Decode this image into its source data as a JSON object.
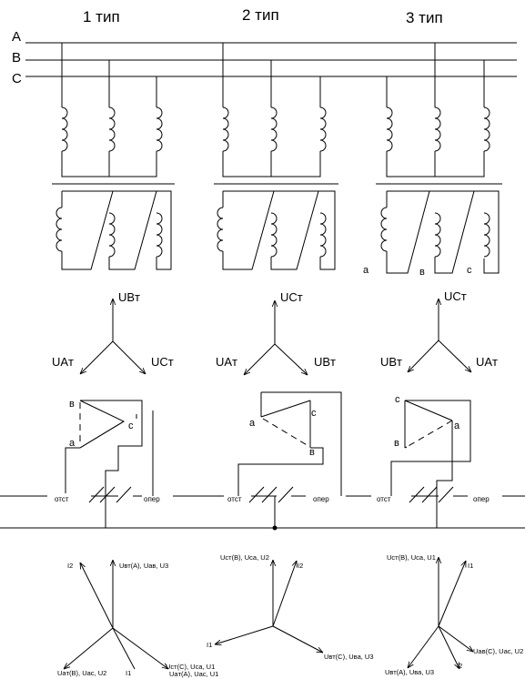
{
  "types": [
    {
      "title": "1 тип",
      "wye_labels": {
        "top": "UBт",
        "left": "UAт",
        "right": "UCт"
      },
      "tri_labels": {
        "top": "в",
        "right": "с",
        "bottom": "а"
      },
      "rel_labels": {
        "left": "отст",
        "right": "опер"
      },
      "diagram_labels": {
        "upper_left": "I2",
        "upper_right": "Uвт(A), Uaв, U3",
        "lower_left": "Uaт(B), Uac, U2",
        "lower_mid": "I1",
        "lower_right": "Uст(C), Uca, U1",
        "lower_right2": "Uaт(A), Uac, U1"
      }
    },
    {
      "title": "2 тип",
      "wye_labels": {
        "top": "UCт",
        "left": "UAт",
        "right": "UBт"
      },
      "tri_labels": {
        "left": "а",
        "right": "с",
        "bottom": "в"
      },
      "rel_labels": {
        "left": "отст",
        "right": "опер"
      },
      "diagram_labels": {
        "upper_left": "Uст(B), Uca, U2",
        "upper_right": "I2",
        "left": "I1",
        "lower_right": "Uвт(C), Uва, U3"
      }
    },
    {
      "title": "3 тип",
      "wye_labels": {
        "top": "UCт",
        "left": "UBт",
        "right": "UAт"
      },
      "tri_labels": {
        "top": "с",
        "right": "а",
        "bottom": "в"
      },
      "rel_labels": {
        "left": "отст",
        "right": "опер"
      },
      "sec_labels": {
        "a": "а",
        "b": "в",
        "c": "с"
      },
      "diagram_labels": {
        "upper_left": "Uст(B), Uca, U1",
        "upper_right": "I1",
        "right": "Uaв(C), Uac, U2",
        "lower_mid": "I2",
        "lower_left": "Uвт(A), Uва, U3"
      }
    }
  ],
  "bus_labels": {
    "a": "A",
    "b": "B",
    "c": "C"
  }
}
